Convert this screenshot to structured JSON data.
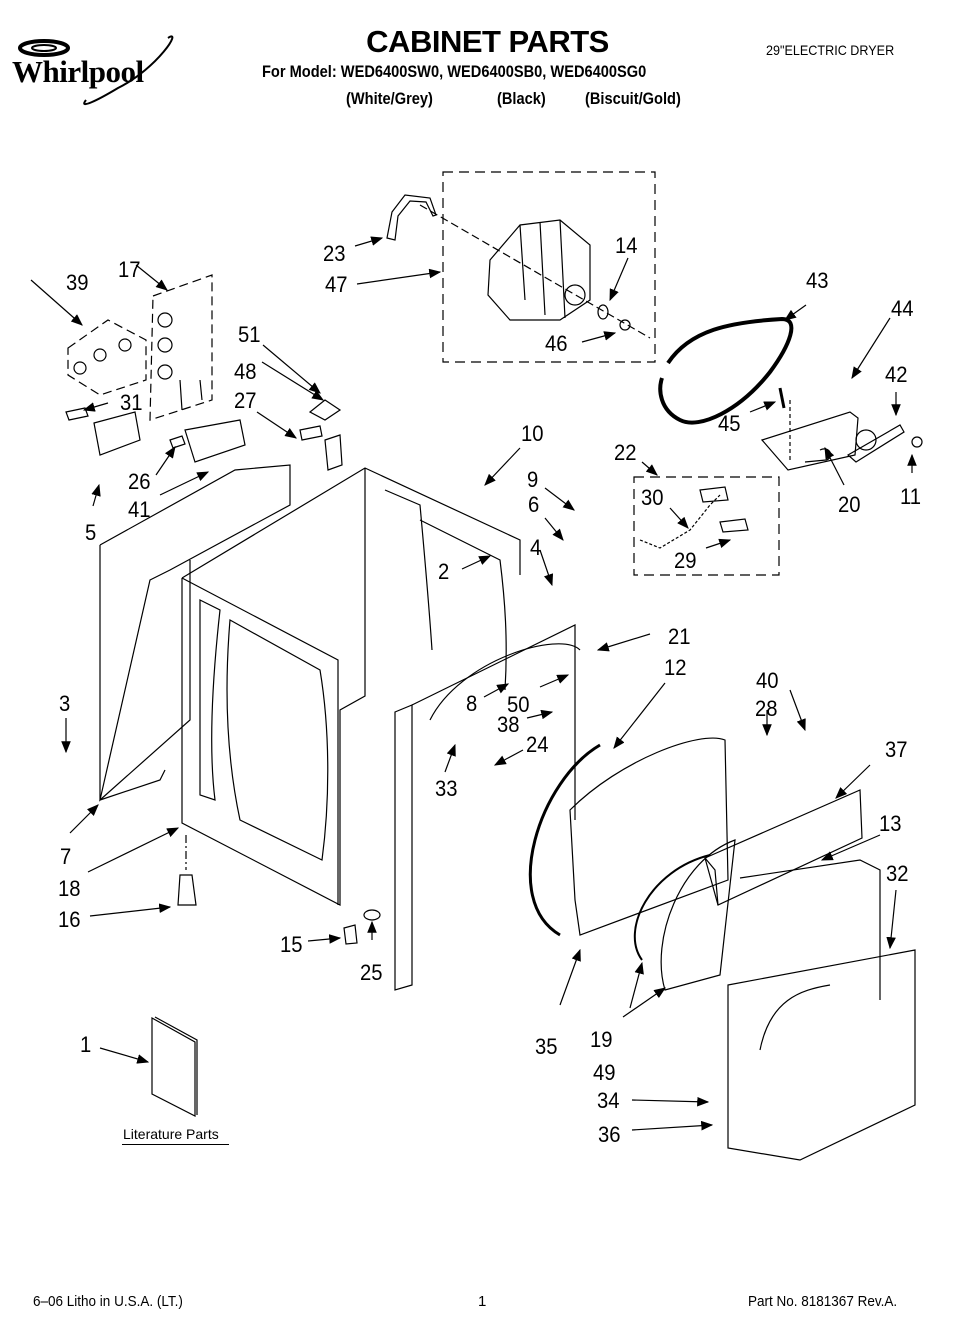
{
  "brand": {
    "name": "Whirlpool"
  },
  "header": {
    "title": "CABINET PARTS",
    "models_line": "For Model: WED6400SW0, WED6400SB0, WED6400SG0",
    "colors": [
      "(White/Grey)",
      "(Black)",
      "(Biscuit/Gold)"
    ],
    "product_type": "29\"ELECTRIC DRYER"
  },
  "callouts": {
    "c1": "1",
    "c2": "2",
    "c3": "3",
    "c4": "4",
    "c5": "5",
    "c6": "6",
    "c7": "7",
    "c8": "8",
    "c9": "9",
    "c10": "10",
    "c11": "11",
    "c12": "12",
    "c13": "13",
    "c14": "14",
    "c15": "15",
    "c16": "16",
    "c17": "17",
    "c18": "18",
    "c19": "19",
    "c20": "20",
    "c21": "21",
    "c22": "22",
    "c23": "23",
    "c24": "24",
    "c25": "25",
    "c26": "26",
    "c27": "27",
    "c28": "28",
    "c29": "29",
    "c30": "30",
    "c31": "31",
    "c32": "32",
    "c33": "33",
    "c34": "34",
    "c35": "35",
    "c36": "36",
    "c37": "37",
    "c38": "38",
    "c39": "39",
    "c40": "40",
    "c41": "41",
    "c42": "42",
    "c43": "43",
    "c44": "44",
    "c45": "45",
    "c46": "46",
    "c47": "47",
    "c48": "48",
    "c49": "49",
    "c50": "50",
    "c51": "51"
  },
  "literature": {
    "label": "Literature Parts"
  },
  "footer": {
    "left": "6–06 Litho in U.S.A. (LT.)",
    "page": "1",
    "part_no": "Part No. 8181367 Rev.A."
  }
}
